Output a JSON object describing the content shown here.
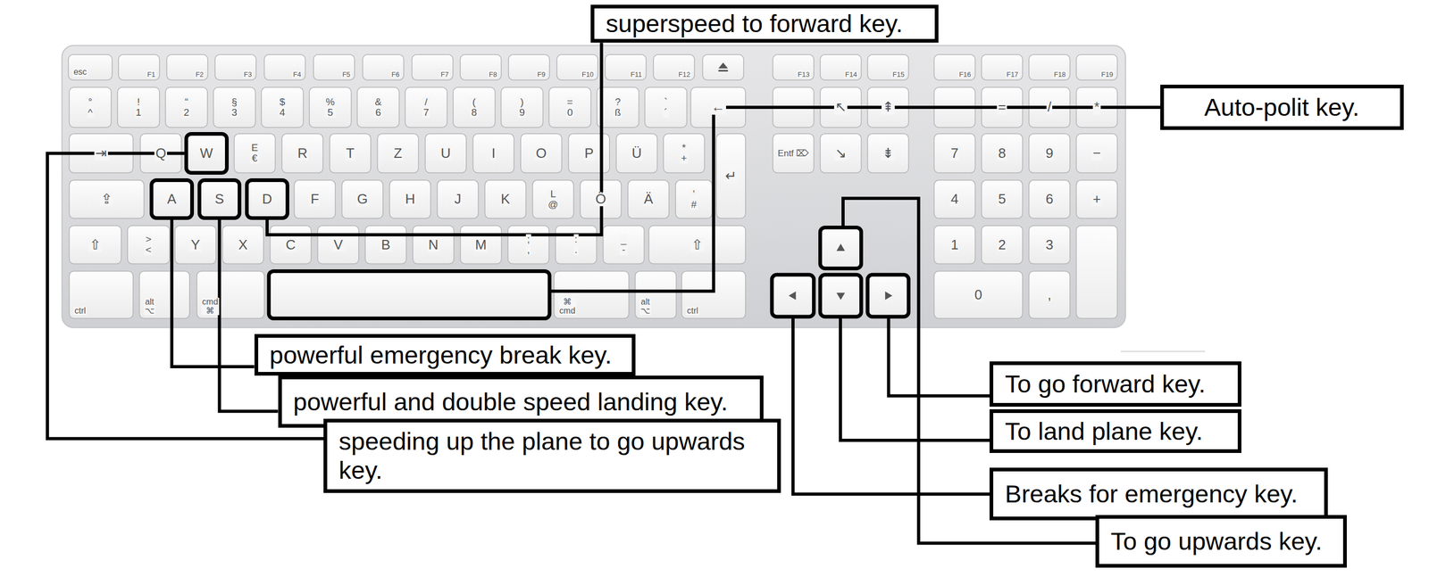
{
  "diagram": {
    "nodes": [
      {
        "text": [
          "superspeed to forward key."
        ]
      },
      {
        "text": [
          "Auto-polit key."
        ]
      },
      {
        "text": [
          "W"
        ]
      },
      {
        "text": [
          "A"
        ]
      },
      {
        "text": [
          "S"
        ]
      },
      {
        "text": [
          "D"
        ]
      },
      {
        "text": [
          "powerful emergency break key."
        ]
      },
      {
        "text": [
          "powerful and double speed landing key."
        ]
      },
      {
        "text": [
          "speeding up the plane to go upwards key."
        ]
      },
      {
        "text": [
          "To go forward key."
        ]
      },
      {
        "text": [
          "To land plane key."
        ]
      },
      {
        "text": [
          "Breaks for emergency key."
        ]
      },
      {
        "text": [
          "To go upwards key."
        ]
      }
    ],
    "edges": [
      {
        "from": 5,
        "to": 0,
        "arrow": "none"
      },
      {
        "from": 2,
        "to": 8,
        "arrow": "none"
      },
      {
        "from": 3,
        "to": 6,
        "arrow": "none"
      },
      {
        "from": 4,
        "to": 7,
        "arrow": "none"
      }
    ],
    "labels": [
      "esc",
      "F1",
      "F2",
      "F3",
      "F4",
      "F5",
      "F6",
      "F7",
      "F8",
      "F9",
      "F10",
      "F11",
      "F12",
      "F13",
      "F14",
      "F15",
      "F16",
      "F17",
      "F18",
      "F19",
      "° ^",
      "! 1",
      "“ 2",
      "§ 3",
      "$ 4",
      "% 5",
      "& 6",
      "/ 7",
      "( 8",
      ") 9",
      "= 0",
      "? ß",
      "` ´",
      "←",
      "↖",
      "⇞",
      "=",
      "/",
      "*",
      "⇥",
      "Q",
      "E €",
      "R",
      "T",
      "Z",
      "U",
      "I",
      "O",
      "P",
      "Ü",
      "* +",
      "↵",
      "Entf ⌦",
      "↘",
      "⇟",
      "7",
      "8",
      "9",
      "−",
      "⇪",
      "F",
      "G",
      "H",
      "J",
      "K",
      "L @",
      "Ö",
      "Ä",
      "’ #",
      "4",
      "5",
      "6",
      "+",
      "⇧",
      "> <",
      "Y",
      "X",
      "C",
      "V",
      "B",
      "N",
      "M",
      "; ,",
      ": .",
      "_ -",
      "⇧",
      "1",
      "2",
      "3",
      "ctrl",
      "alt ⌥",
      "cmd ⌘",
      "⌘ cmd",
      "alt ⌥",
      "ctrl",
      "0",
      ","
    ]
  }
}
